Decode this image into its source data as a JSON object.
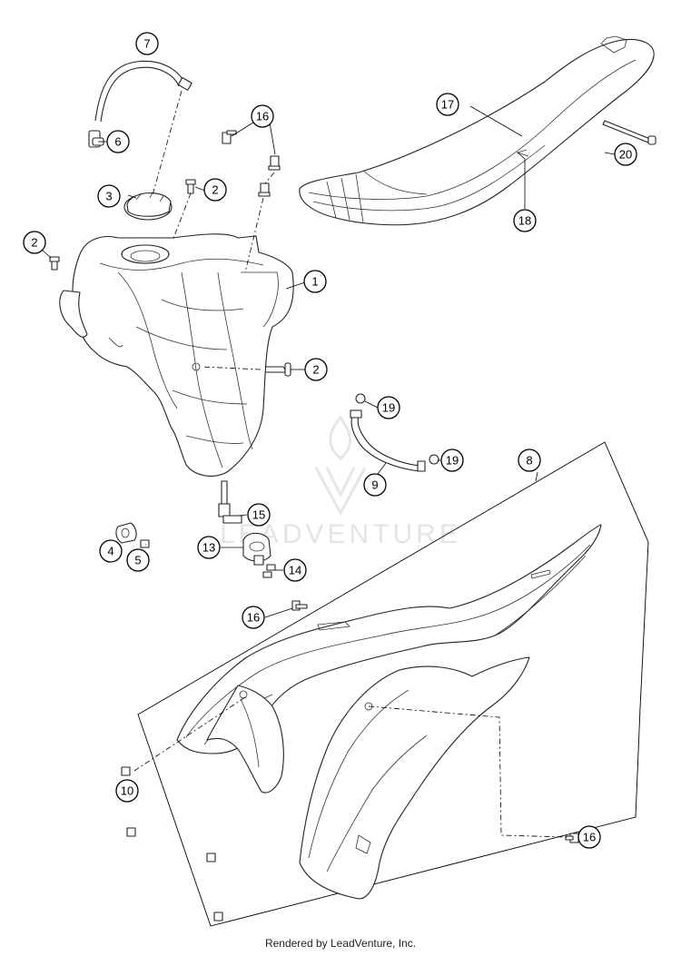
{
  "watermark": {
    "text": "LEADVENTURE"
  },
  "footer": {
    "text": "Rendered by LeadVenture, Inc."
  },
  "callouts": [
    {
      "id": "c7",
      "label": "7"
    },
    {
      "id": "c6",
      "label": "6"
    },
    {
      "id": "c16a",
      "label": "16"
    },
    {
      "id": "c17",
      "label": "17"
    },
    {
      "id": "c20",
      "label": "20"
    },
    {
      "id": "c3",
      "label": "3"
    },
    {
      "id": "c2a",
      "label": "2"
    },
    {
      "id": "c18",
      "label": "18"
    },
    {
      "id": "c2b",
      "label": "2"
    },
    {
      "id": "c1",
      "label": "1"
    },
    {
      "id": "c2c",
      "label": "2"
    },
    {
      "id": "c19a",
      "label": "19"
    },
    {
      "id": "c19b",
      "label": "19"
    },
    {
      "id": "c8",
      "label": "8"
    },
    {
      "id": "c9",
      "label": "9"
    },
    {
      "id": "c15",
      "label": "15"
    },
    {
      "id": "c13",
      "label": "13"
    },
    {
      "id": "c4",
      "label": "4"
    },
    {
      "id": "c5",
      "label": "5"
    },
    {
      "id": "c14",
      "label": "14"
    },
    {
      "id": "c16b",
      "label": "16"
    },
    {
      "id": "c10",
      "label": "10"
    },
    {
      "id": "c16c",
      "label": "16"
    }
  ]
}
